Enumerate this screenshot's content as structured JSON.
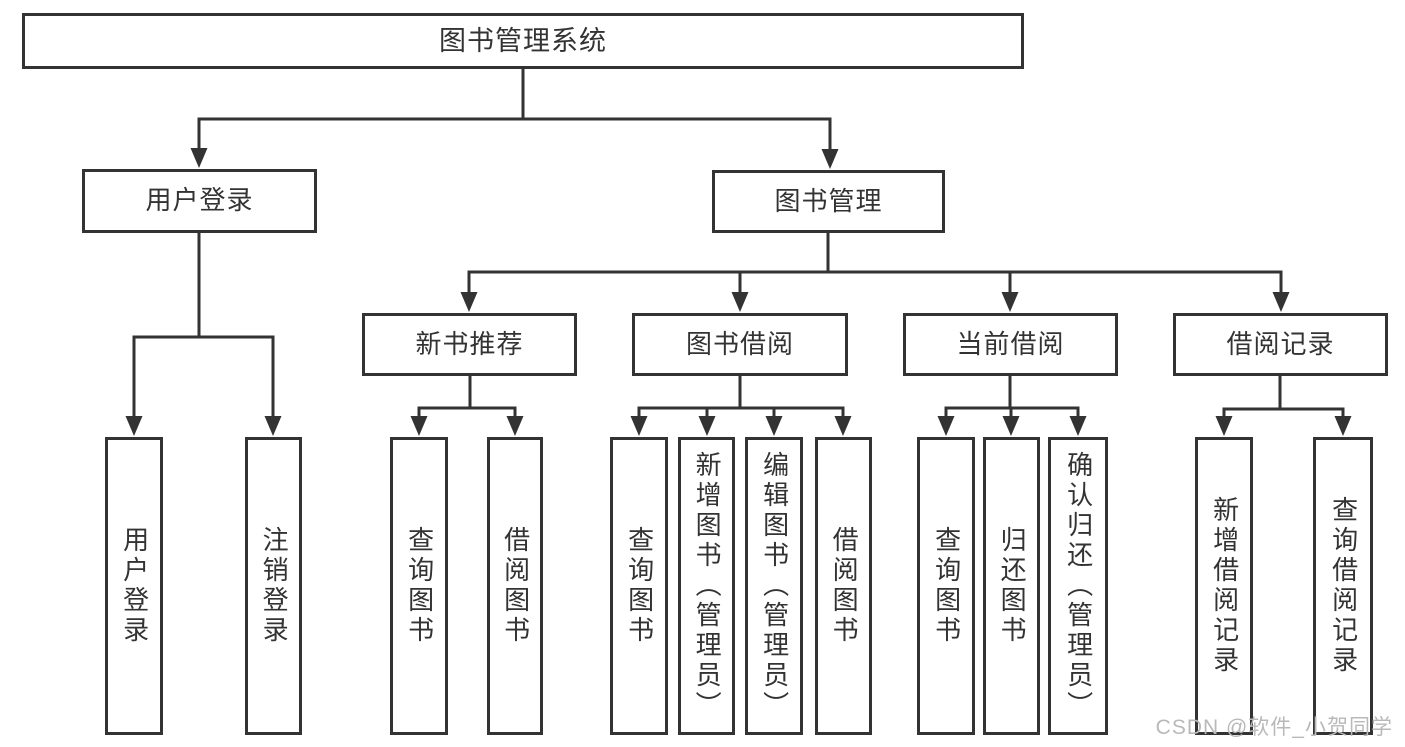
{
  "diagram": {
    "title": "图书管理系统",
    "nodes": {
      "root": "图书管理系统",
      "user_login": "用户登录",
      "book_mgmt": "图书管理",
      "new_book_rec": "新书推荐",
      "book_borrow": "图书借阅",
      "current_borrow": "当前借阅",
      "borrow_records": "借阅记录",
      "ul_user_login": "用户登录",
      "ul_logout": "注销登录",
      "nb_query_books": "查询图书",
      "nb_borrow_books": "借阅图书",
      "bb_query_books": "查询图书",
      "bb_add_books": "新增图书（管理员）",
      "bb_edit_books": "编辑图书（管理员）",
      "bb_borrow_books": "借阅图书",
      "cb_query_books": "查询图书",
      "cb_return_books": "归还图书",
      "cb_confirm_return": "确认归还（管理员）",
      "br_add_record": "新增借阅记录",
      "br_query_record": "查询借阅记录"
    },
    "edges": [
      [
        "图书管理系统",
        "用户登录"
      ],
      [
        "图书管理系统",
        "图书管理"
      ],
      [
        "用户登录",
        "用户登录"
      ],
      [
        "用户登录",
        "注销登录"
      ],
      [
        "图书管理",
        "新书推荐"
      ],
      [
        "图书管理",
        "图书借阅"
      ],
      [
        "图书管理",
        "当前借阅"
      ],
      [
        "图书管理",
        "借阅记录"
      ],
      [
        "新书推荐",
        "查询图书"
      ],
      [
        "新书推荐",
        "借阅图书"
      ],
      [
        "图书借阅",
        "查询图书"
      ],
      [
        "图书借阅",
        "新增图书（管理员）"
      ],
      [
        "图书借阅",
        "编辑图书（管理员）"
      ],
      [
        "图书借阅",
        "借阅图书"
      ],
      [
        "当前借阅",
        "查询图书"
      ],
      [
        "当前借阅",
        "归还图书"
      ],
      [
        "当前借阅",
        "确认归还（管理员）"
      ],
      [
        "借阅记录",
        "新增借阅记录"
      ],
      [
        "借阅记录",
        "查询借阅记录"
      ]
    ],
    "colors": {
      "line": "#333333",
      "box_border": "#333333",
      "box_fill": "#ffffff",
      "text": "#333333",
      "watermark": "#b9b9b9",
      "background": "#ffffff"
    }
  },
  "watermark": "CSDN @软件_小贺同学"
}
